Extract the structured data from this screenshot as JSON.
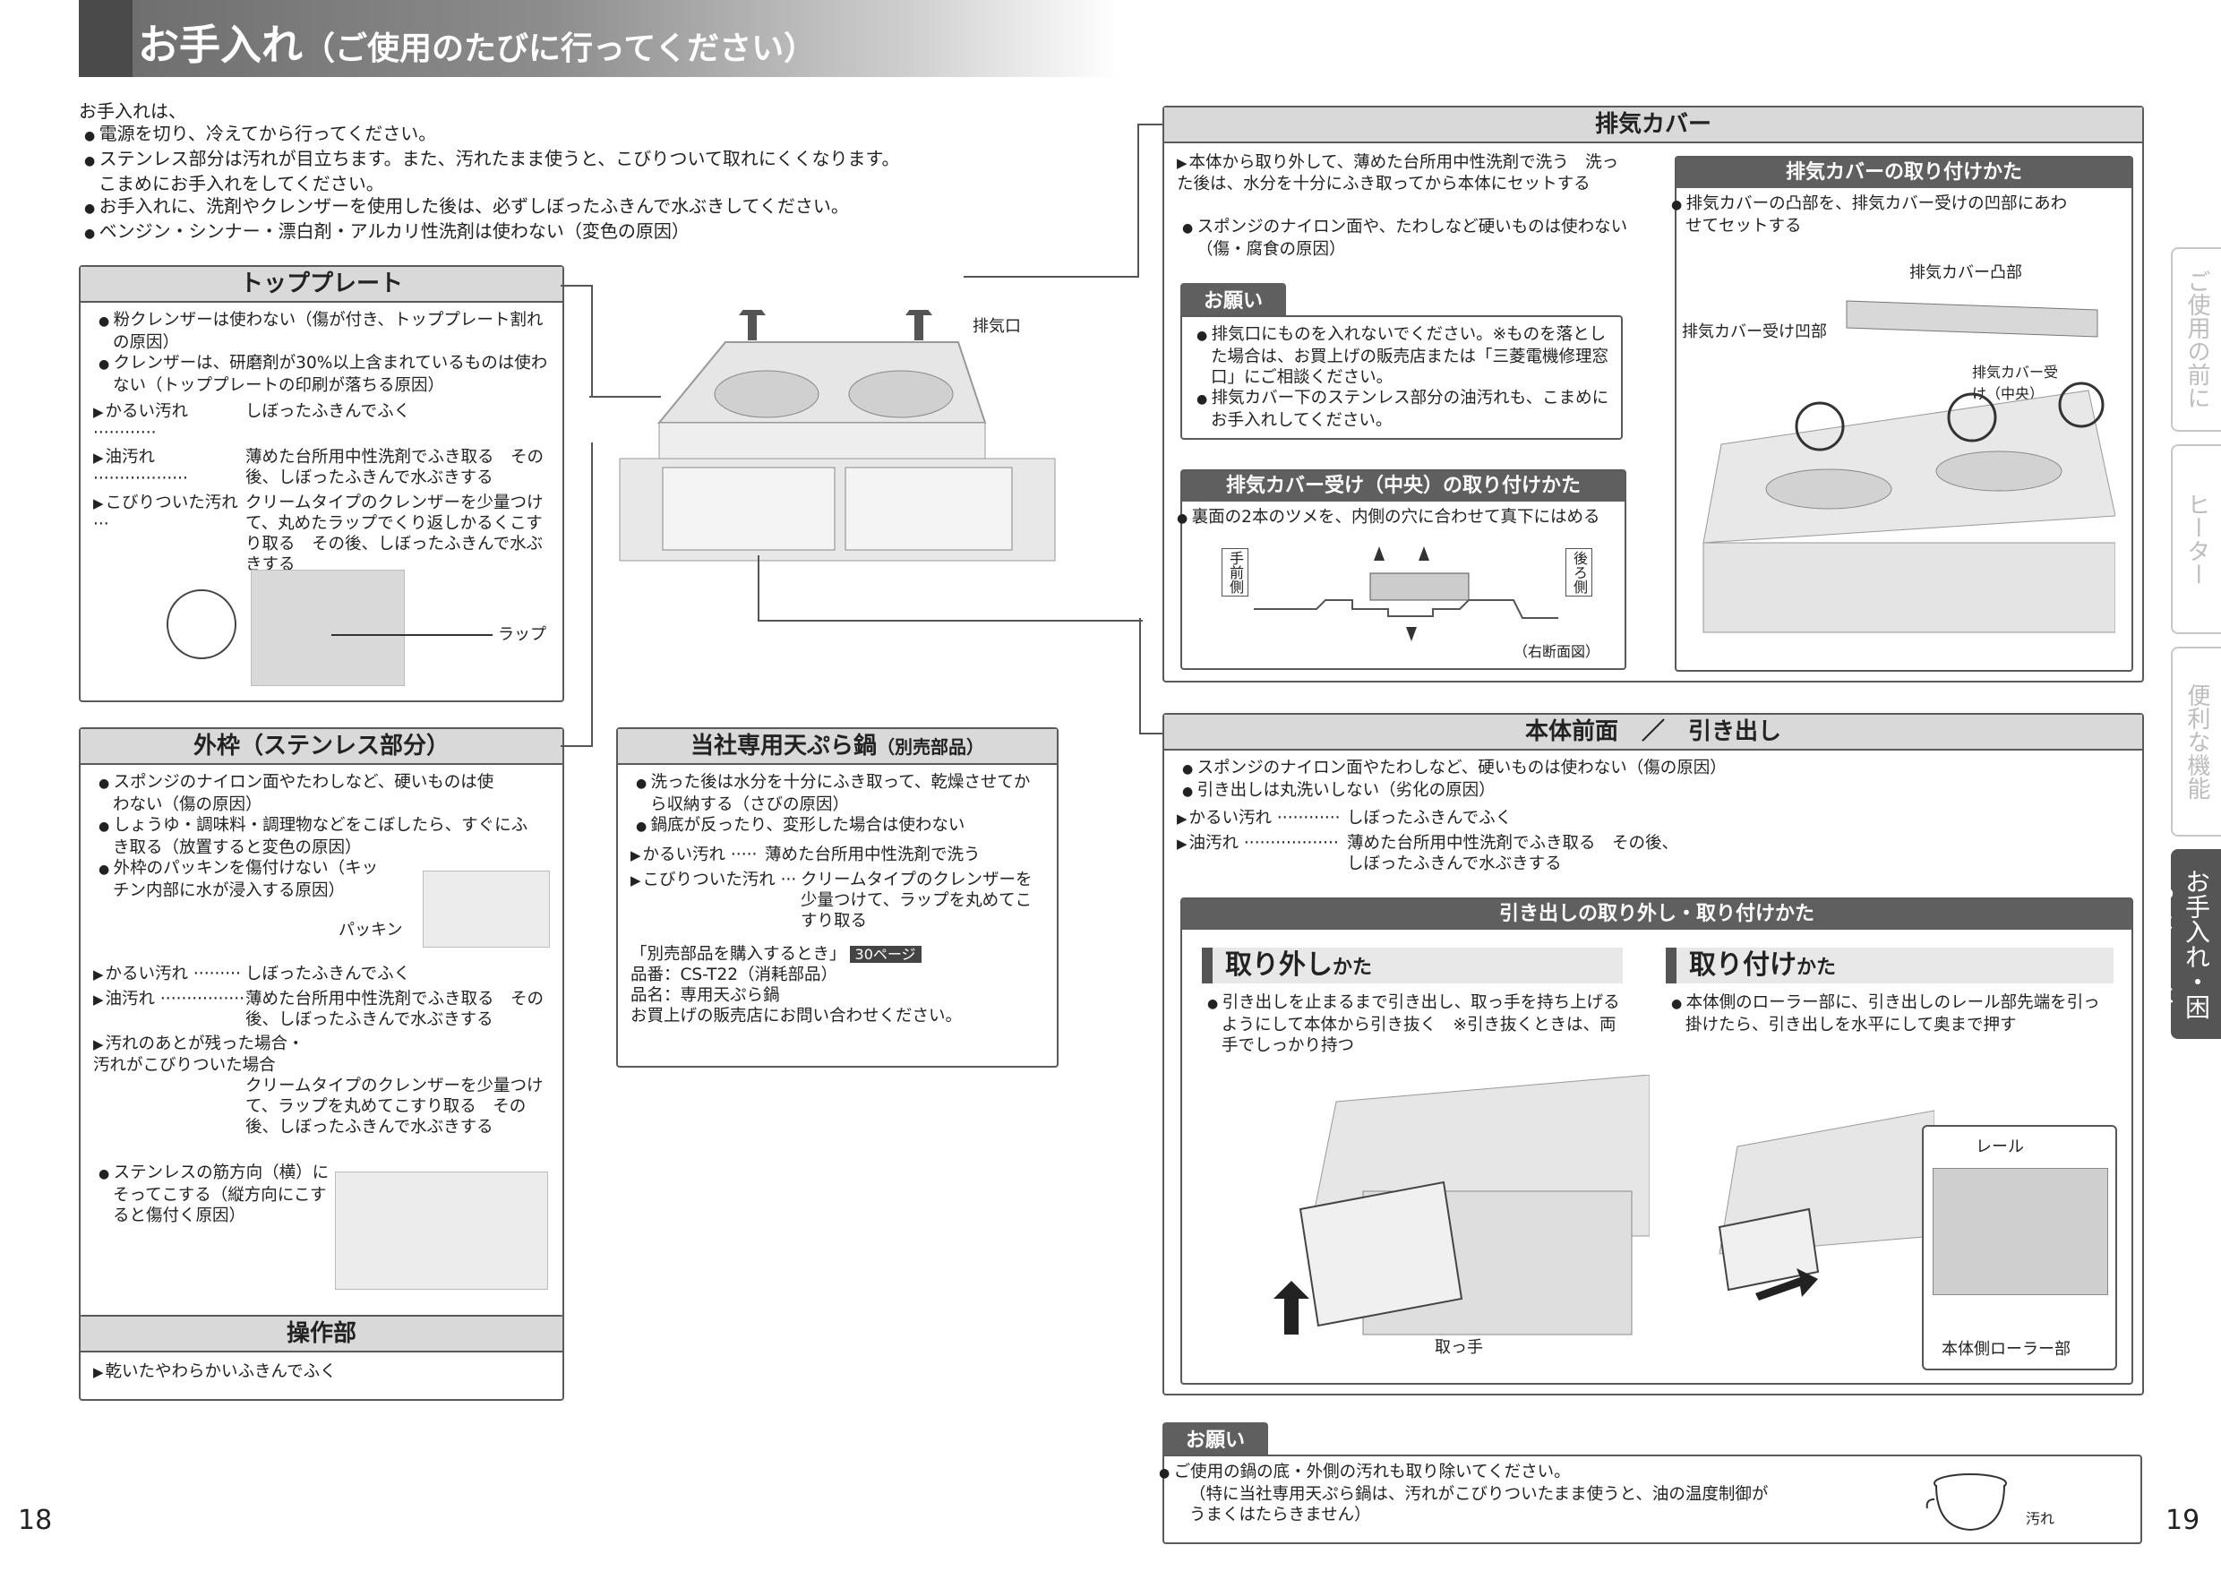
{
  "banner": {
    "title": "お手入れ",
    "subtitle": "（ご使用のたびに行ってください）"
  },
  "intro": {
    "lead": "お手入れは、",
    "bullets": [
      "電源を切り、冷えてから行ってください。",
      "ステンレス部分は汚れが目立ちます。また、汚れたまま使うと、こびりついて取れにくくなります。",
      "こまめにお手入れをしてください。",
      "お手入れに、洗剤やクレンザーを使用した後は、必ずしぼったふきんで水ぶきしてください。",
      "ベンジン・シンナー・漂白剤・アルカリ性洗剤は使わない（変色の原因）"
    ]
  },
  "top_plate": {
    "title": "トッププレート",
    "bullets": [
      "粉クレンザーは使わない（傷が付き、トッププレート割れの原因）",
      "クレンザーは、研磨剤が30%以上含まれているものは使わない（トッププレートの印刷が落ちる原因）"
    ],
    "rows": [
      {
        "k": "かるい汚れ ············",
        "v": "しぼったふきんでふく"
      },
      {
        "k": "油汚れ ··················",
        "v": "薄めた台所用中性洗剤でふき取る　その後、しぼったふきんで水ぶきする"
      },
      {
        "k": "こびりついた汚れ ···",
        "v": "クリームタイプのクレンザーを少量つけて、丸めたラップでくり返しかるくこすり取る　その後、しぼったふきんで水ぶきする"
      }
    ],
    "wrap_label": "ラップ"
  },
  "frame": {
    "title": "外枠（ステンレス部分）",
    "bullets": [
      "スポンジのナイロン面やたわしなど、硬いものは使わない（傷の原因）",
      "しょうゆ・調味料・調理物などをこぼしたら、すぐにふき取る（放置すると変色の原因）",
      "外枠のパッキンを傷付けない（キッチン内部に水が浸入する原因）"
    ],
    "packing_label": "パッキン",
    "rows": [
      {
        "k": "かるい汚れ ·········",
        "v": "しぼったふきんでふく"
      },
      {
        "k": "油汚れ ················",
        "v": "薄めた台所用中性洗剤でふき取る　その後、しぼったふきんで水ぶきする"
      }
    ],
    "remain_head": "汚れのあとが残った場合・汚れがこびりついた場合",
    "remain_text": "クリームタイプのクレンザーを少量つけて、ラップを丸めてこすり取る　その後、しぼったふきんで水ぶきする",
    "grain_note": "ステンレスの筋方向（横）にそってこする（縦方向にこすると傷付く原因）"
  },
  "controls": {
    "title": "操作部",
    "text": "乾いたやわらかいふきんでふく"
  },
  "pan": {
    "title": "当社専用天ぷら鍋",
    "title_small": "（別売部品）",
    "bullets": [
      "洗った後は水分を十分にふき取って、乾燥させてから収納する（さびの原因）",
      "鍋底が反ったり、変形した場合は使わない"
    ],
    "rows": [
      {
        "k": "かるい汚れ ·····",
        "v": "薄めた台所用中性洗剤で洗う"
      },
      {
        "k": "こびりついた汚れ ···",
        "v": "クリームタイプのクレンザーを少量つけて、ラップを丸めてこすり取る"
      }
    ],
    "buy_head": "「別売部品を購入するとき」",
    "buy_page": "30ページ",
    "part_no": "品番：CS-T22（消耗部品）",
    "part_name": "品名：専用天ぷら鍋",
    "ask": "お買上げの販売店にお問い合わせください。"
  },
  "diagram": {
    "exhaust_label": "排気口"
  },
  "exhaust_cover": {
    "title": "排気カバー",
    "line1": "本体から取り外して、薄めた台所用中性洗剤で洗う　洗った後は、水分を十分にふき取ってから本体にセットする",
    "bullet": "スポンジのナイロン面や、たわしなど硬いものは使わない（傷・腐食の原因）",
    "onegai": "お願い",
    "onegai_items": [
      "排気口にものを入れないでください。※ものを落とした場合は、お買上げの販売店または「三菱電機修理窓口」にご相談ください。",
      "排気カバー下のステンレス部分の油汚れも、こまめにお手入れしてください。"
    ],
    "receiver_title": "排気カバー受け（中央）の取り付けかた",
    "receiver_text": "裏面の2本のツメを、内側の穴に合わせて真下にはめる",
    "front_label": "手前側",
    "back_label": "後ろ側",
    "section_label": "（右断面図）",
    "attach_title": "排気カバーの取り付けかた",
    "attach_text": "排気カバーの凸部を、排気カバー受けの凹部にあわせてセットする",
    "label_convex": "排気カバー凸部",
    "label_concave": "排気カバー受け凹部",
    "label_center": "排気カバー受け（中央）"
  },
  "front": {
    "title": "本体前面　／　引き出し",
    "bullets": [
      "スポンジのナイロン面やたわしなど、硬いものは使わない（傷の原因）",
      "引き出しは丸洗いしない（劣化の原因）"
    ],
    "rows": [
      {
        "k": "かるい汚れ ············",
        "v": "しぼったふきんでふく"
      },
      {
        "k": "油汚れ ··················",
        "v": "薄めた台所用中性洗剤でふき取る　その後、しぼったふきんで水ぶきする"
      }
    ],
    "drawer_title": "引き出しの取り外し・取り付けかた",
    "remove_title": "取り外し",
    "remove_small": "かた",
    "remove_text": "引き出しを止まるまで引き出し、取っ手を持ち上げるようにして本体から引き抜く　※引き抜くときは、両手でしっかり持つ",
    "handle_label": "取っ手",
    "attach_title": "取り付け",
    "attach_small": "かた",
    "attach_text": "本体側のローラー部に、引き出しのレール部先端を引っ掛けたら、引き出しを水平にして奥まで押す",
    "rail_label": "レール",
    "roller_label": "本体側ローラー部"
  },
  "bottom_onegai": {
    "label": "お願い",
    "text1": "ご使用の鍋の底・外側の汚れも取り除いてください。",
    "text2": "（特に当社専用天ぷら鍋は、汚れがこびりついたまま使うと、油の温度制御がうまくはたらきません）",
    "dirt_label": "汚れ"
  },
  "tabs": [
    "ご使用の前に",
    "ヒーター",
    "便利な機能",
    "お手入れ・困ったときは"
  ],
  "pages": {
    "left": "18",
    "right": "19"
  }
}
